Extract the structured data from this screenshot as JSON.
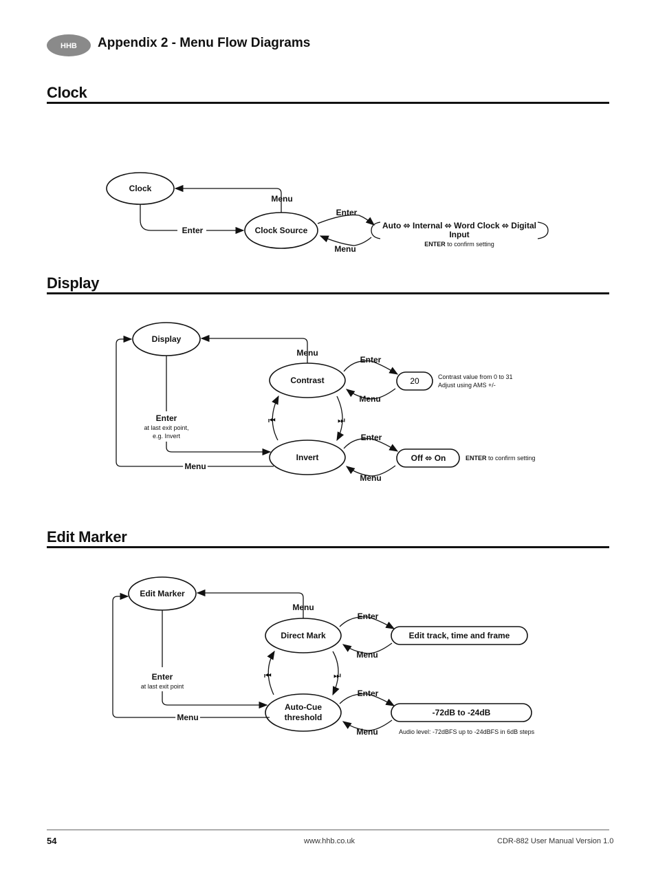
{
  "header": {
    "logo_text": "HHB",
    "title": "Appendix 2 - Menu Flow Diagrams"
  },
  "sections": {
    "clock": {
      "title": "Clock",
      "nodes": {
        "clock": "Clock",
        "clock_source": "Clock Source"
      },
      "labels": {
        "menu_top": "Menu",
        "enter_left": "Enter",
        "enter_right": "Enter",
        "menu_right": "Menu"
      },
      "options_line1": "Auto ⬄ Internal ⬄ Word Clock ⬄ Digital",
      "options_line2": "Input",
      "confirm_bold": "ENTER",
      "confirm_rest": " to confirm setting"
    },
    "display": {
      "title": "Display",
      "nodes": {
        "display": "Display",
        "contrast": "Contrast",
        "invert": "Invert"
      },
      "labels": {
        "menu_top": "Menu",
        "enter": "Enter",
        "enter_note1": "at last exit point,",
        "enter_note2": "e.g. Invert",
        "menu_bottom": "Menu",
        "contrast_enter": "Enter",
        "contrast_menu": "Menu",
        "invert_enter": "Enter",
        "invert_menu": "Menu"
      },
      "contrast_value": "20",
      "contrast_note1": "Contrast value from 0 to 31",
      "contrast_note2": "Adjust using AMS +/-",
      "invert_options": "Off ⬄ On",
      "confirm_bold": "ENTER",
      "confirm_rest": " to confirm setting"
    },
    "edit_marker": {
      "title": "Edit Marker",
      "nodes": {
        "edit_marker": "Edit Marker",
        "direct_mark": "Direct Mark",
        "auto_cue_1": "Auto-Cue",
        "auto_cue_2": "threshold"
      },
      "labels": {
        "menu_top": "Menu",
        "enter": "Enter",
        "enter_note": "at last exit point",
        "menu_bottom": "Menu",
        "direct_enter": "Enter",
        "direct_menu": "Menu",
        "cue_enter": "Enter",
        "cue_menu": "Menu"
      },
      "direct_box": "Edit track, time and frame",
      "cue_box": "-72dB to -24dB",
      "cue_note": "Audio level: -72dBFS up to -24dBFS in 6dB steps"
    }
  },
  "footer": {
    "page_number": "54",
    "url": "www.hhb.co.uk",
    "manual": "CDR-882 User Manual Version 1.0"
  }
}
